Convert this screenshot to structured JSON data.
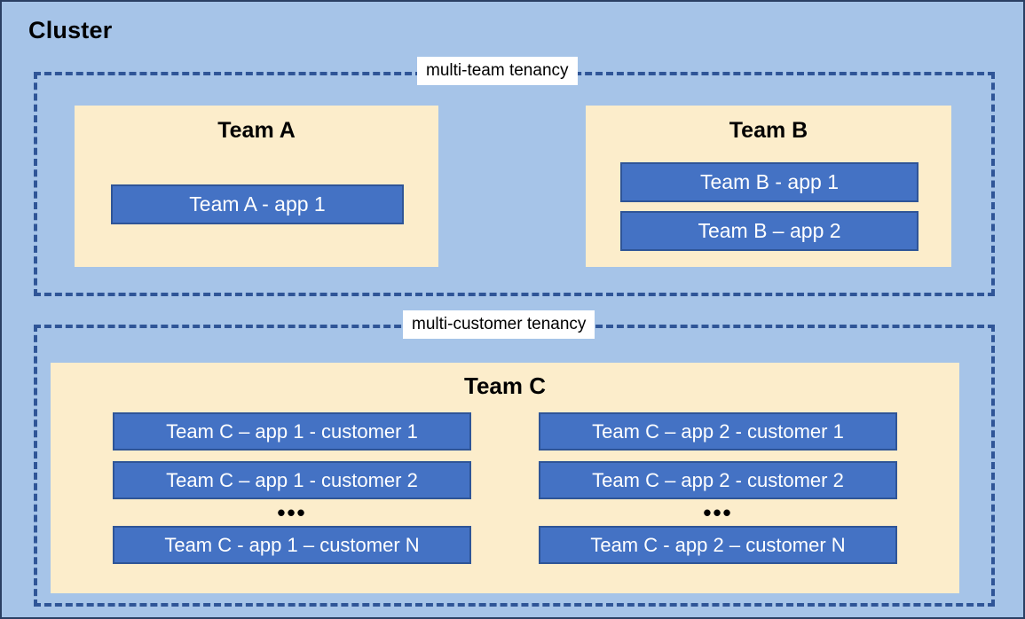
{
  "diagram": {
    "title": "Cluster",
    "background_color": "#A6C4E8",
    "panel_color": "#FCEDCB",
    "app_color": "#4472C4",
    "dashed_border_color": "#2F5597",
    "regions": [
      {
        "label": "multi-team tenancy",
        "teams": [
          {
            "name": "Team A",
            "apps": [
              "Team A - app 1"
            ]
          },
          {
            "name": "Team B",
            "apps": [
              "Team B - app 1",
              "Team B – app 2"
            ]
          }
        ]
      },
      {
        "label": "multi-customer tenancy",
        "teams": [
          {
            "name": "Team C",
            "columns": [
              {
                "apps_top": [
                  "Team C – app 1 - customer 1",
                  "Team C – app 1 - customer 2"
                ],
                "ellipsis": "•••",
                "apps_bottom": [
                  "Team C - app 1 – customer N"
                ]
              },
              {
                "apps_top": [
                  "Team C – app 2 - customer 1",
                  "Team C – app 2 - customer 2"
                ],
                "ellipsis": "•••",
                "apps_bottom": [
                  "Team C - app 2 – customer N"
                ]
              }
            ]
          }
        ]
      }
    ]
  }
}
